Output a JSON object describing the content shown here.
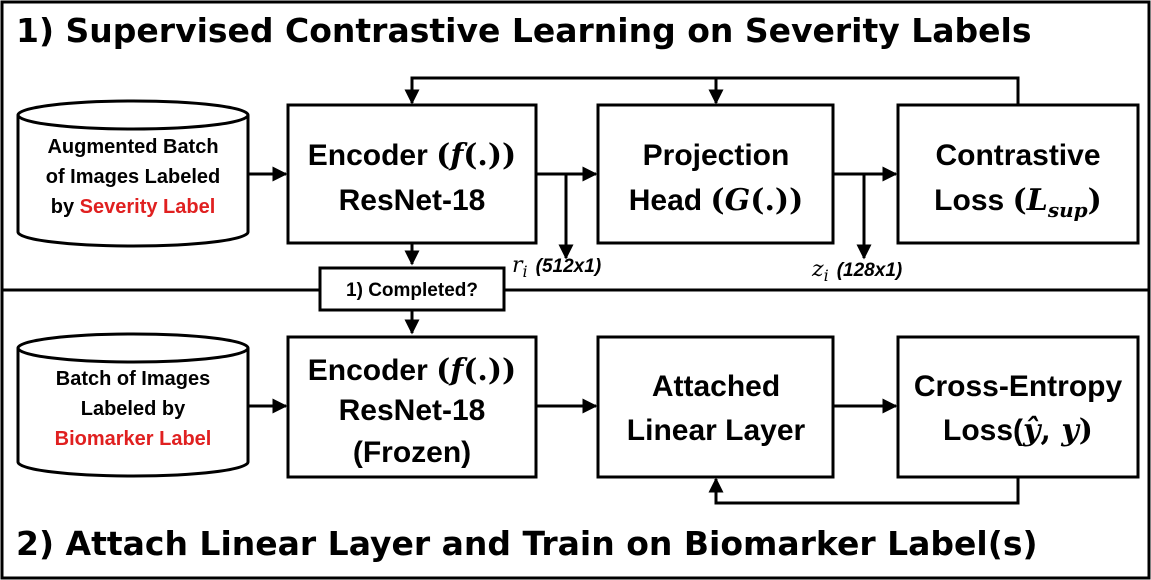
{
  "stage1": {
    "title": "1) Supervised Contrastive Learning on Severity Labels",
    "db": {
      "line1": "Augmented Batch",
      "line2": "of Images Labeled",
      "line3_prefix": "by ",
      "line3_highlight": "Severity Label"
    },
    "encoder": {
      "line1": "Encoder ",
      "func": "f",
      "line2": "ResNet-18"
    },
    "projection": {
      "line1": "Projection",
      "line2": "Head ",
      "func": "G"
    },
    "loss": {
      "line1": "Contrastive",
      "line2": "Loss ",
      "sym": "L",
      "sub": "sup"
    },
    "r_label": {
      "sym": "r",
      "sub": "i",
      "dim": "(512x1)"
    },
    "z_label": {
      "sym": "z",
      "sub": "i",
      "dim": "(128x1)"
    }
  },
  "check": {
    "label": "1) Completed?"
  },
  "stage2": {
    "title": "2) Attach Linear Layer and Train on Biomarker Label(s)",
    "db": {
      "line1": "Batch of Images",
      "line2": "Labeled by",
      "line3_highlight": "Biomarker Label"
    },
    "encoder": {
      "line1": "Encoder ",
      "func": "f",
      "line2": "ResNet-18",
      "line3": "(Frozen)"
    },
    "linear": {
      "line1": "Attached",
      "line2": "Linear Layer"
    },
    "loss": {
      "line1": "Cross-Entropy",
      "line2": "Loss(",
      "yhat": "ŷ",
      "sep": ", ",
      "y": "y",
      "close": ")"
    }
  },
  "colors": {
    "highlight": "#e02020",
    "stroke": "#000000",
    "background": "#ffffff"
  }
}
